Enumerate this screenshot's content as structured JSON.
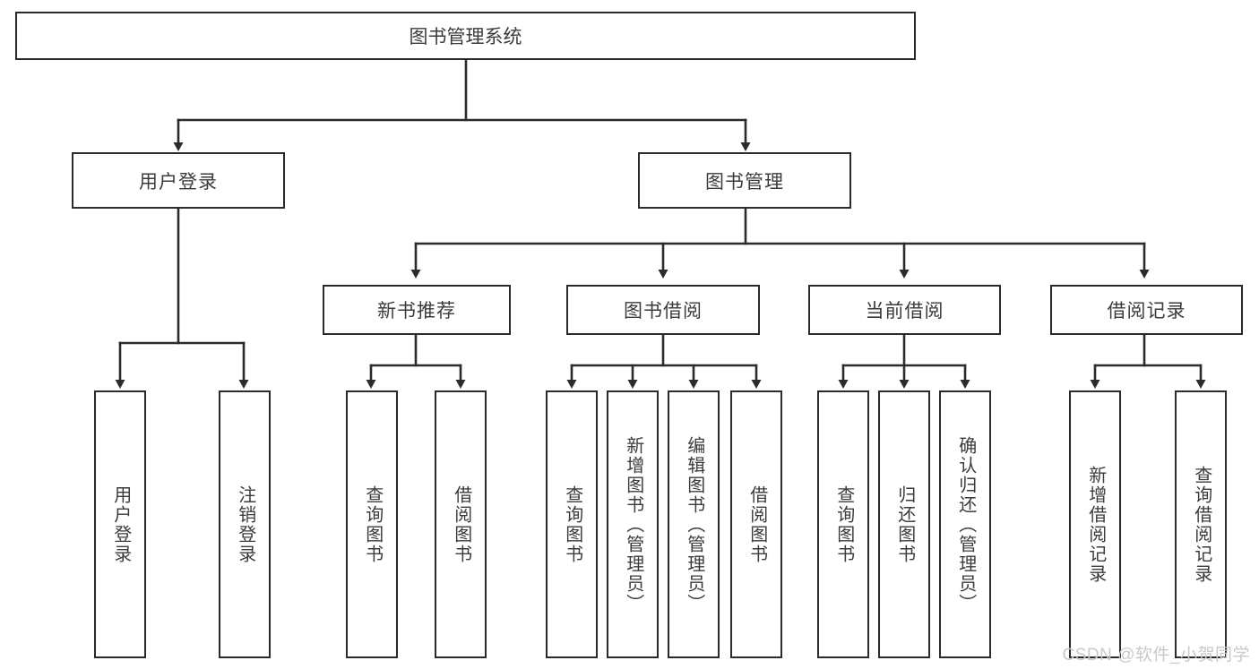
{
  "diagram": {
    "type": "tree",
    "title": "图书管理系统",
    "orientation": "top-down",
    "colors": {
      "background": "#ffffff",
      "box_border": "#2b2b2b",
      "box_fill": "#ffffff",
      "text": "#3b3b3b",
      "connector": "#2b2b2b",
      "watermark": "#c9c9c9"
    },
    "root": {
      "label": "图书管理系统"
    },
    "level2": [
      {
        "label": "用户登录"
      },
      {
        "label": "图书管理"
      }
    ],
    "level3": [
      {
        "label": "新书推荐"
      },
      {
        "label": "图书借阅"
      },
      {
        "label": "当前借阅"
      },
      {
        "label": "借阅记录"
      }
    ],
    "leaves": {
      "user_login": [
        {
          "label": "用户登录"
        },
        {
          "label": "注销登录"
        }
      ],
      "new_book": [
        {
          "label": "查询图书"
        },
        {
          "label": "借阅图书"
        }
      ],
      "book_borrow": [
        {
          "label": "查询图书"
        },
        {
          "label": "新增图书（管理员）"
        },
        {
          "label": "编辑图书（管理员）"
        },
        {
          "label": "借阅图书"
        }
      ],
      "current_borrow": [
        {
          "label": "查询图书"
        },
        {
          "label": "归还图书"
        },
        {
          "label": "确认归还（管理员）"
        }
      ],
      "borrow_record": [
        {
          "label": "新增借阅记录"
        },
        {
          "label": "查询借阅记录"
        }
      ]
    },
    "watermark": "CSDN @软件_小贺同学"
  }
}
